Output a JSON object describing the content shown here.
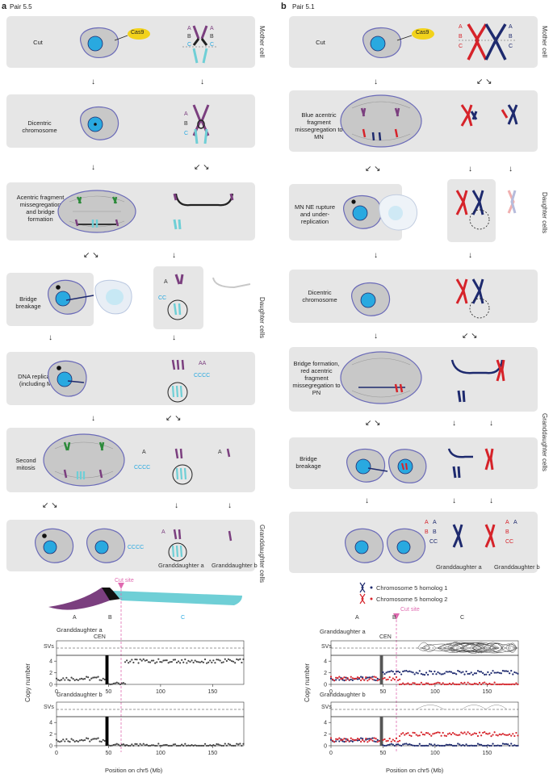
{
  "panel_a": {
    "letter": "a",
    "pair": "Pair 5.5",
    "stages": {
      "cut": "Cut",
      "dicentric": "Dicentric chromosome",
      "acentric": "Acentric fragment missegregation and bridge formation",
      "bridge_breakage": "Bridge breakage",
      "dna_replication": "DNA replication (including MN)",
      "second_mitosis": "Second mitosis"
    },
    "side_labels": {
      "mother": "Mother cell",
      "daughter": "Daughter cells",
      "granddaughter": "Granddaughter cells"
    },
    "enzyme": "Cas9",
    "letters": {
      "A": "A",
      "B": "B",
      "C": "C",
      "CC": "CC",
      "AA": "AA",
      "CCCC": "CCCC"
    },
    "gd_a": "Granddaughter a",
    "gd_b": "Granddaughter b",
    "cut_site": "Cut site",
    "cen": "CEN",
    "svs": "SVs",
    "ylabel": "Copy number",
    "xlabel": "Position on chr5 (Mb)",
    "seg_A": "A",
    "seg_B": "B",
    "seg_C": "C"
  },
  "panel_b": {
    "letter": "b",
    "pair": "Pair 5.1",
    "stages": {
      "cut": "Cut",
      "blue_acentric": "Blue acentric fragment missegregation to MN",
      "mn_ne": "MN NE rupture and under-replication",
      "dicentric": "Dicentric chromosome",
      "bridge_red": "Bridge formation, red acentric fragment missegregation to PN",
      "bridge_breakage": "Bridge breakage"
    },
    "side_labels": {
      "mother": "Mother cell",
      "daughter": "Daughter cells",
      "granddaughter": "Granddaughter cells"
    },
    "enzyme": "Cas9",
    "letters": {
      "A": "A",
      "B": "B",
      "C": "C",
      "CC": "CC"
    },
    "gd_a": "Granddaughter a",
    "gd_b": "Granddaughter b",
    "legend1": "Chromosome 5 homolog 1",
    "legend2": "Chromosome 5 homolog 2",
    "cut_site": "Cut site",
    "cen": "CEN",
    "svs": "SVs",
    "ylabel": "Copy number",
    "xlabel": "Position on chr5 (Mb)",
    "seg_A": "A",
    "seg_B": "B",
    "seg_C": "C"
  },
  "colors": {
    "cell": "#c8c8c8",
    "nucleus": "#29a9e0",
    "membrane": "#6a6ab8",
    "purple": "#7b3f7f",
    "cyan": "#6fcfd6",
    "red": "#d6232a",
    "navy": "#1e2a6e",
    "cas9": "#f2d21b",
    "panel_bg": "#e6e6e6",
    "cut_line": "#e06ab0"
  },
  "chart_data": [
    {
      "type": "scatter",
      "title": "Granddaughter a",
      "panel": "a",
      "x_ticks": [
        0,
        50,
        100,
        150
      ],
      "y_ticks": [
        0,
        2,
        4
      ],
      "xlim": [
        0,
        180
      ],
      "ylim": [
        0,
        5
      ],
      "cen_range": [
        47,
        50
      ],
      "cut_site": 66,
      "series": [
        {
          "segment": "A",
          "x_range": [
            0,
            47
          ],
          "copy": 1
        },
        {
          "segment": "B",
          "x_range": [
            50,
            66
          ],
          "copy": 0
        },
        {
          "segment": "C",
          "x_range": [
            66,
            180
          ],
          "copy": 4
        }
      ]
    },
    {
      "type": "scatter",
      "title": "Granddaughter b",
      "panel": "a",
      "x_ticks": [
        0,
        50,
        100,
        150
      ],
      "y_ticks": [
        0,
        2,
        4
      ],
      "xlim": [
        0,
        180
      ],
      "ylim": [
        0,
        5
      ],
      "cen_range": [
        47,
        50
      ],
      "cut_site": 66,
      "series": [
        {
          "segment": "A",
          "x_range": [
            0,
            47
          ],
          "copy": 1
        },
        {
          "segment": "B",
          "x_range": [
            50,
            66
          ],
          "copy": 0
        },
        {
          "segment": "C",
          "x_range": [
            66,
            180
          ],
          "copy": 0
        }
      ]
    },
    {
      "type": "scatter",
      "title": "Granddaughter a",
      "panel": "b",
      "x_ticks": [
        0,
        50,
        100,
        150
      ],
      "y_ticks": [
        0,
        2,
        4
      ],
      "xlim": [
        0,
        180
      ],
      "ylim": [
        0,
        5
      ],
      "cen_range": [
        47,
        50
      ],
      "cut_site": 66,
      "series": [
        {
          "name": "Chromosome 5 homolog 1",
          "x_range": [
            0,
            47
          ],
          "copy": 1
        },
        {
          "name": "Chromosome 5 homolog 1",
          "x_range": [
            50,
            180
          ],
          "copy": 2
        },
        {
          "name": "Chromosome 5 homolog 2",
          "x_range": [
            0,
            47
          ],
          "copy": 1
        },
        {
          "name": "Chromosome 5 homolog 2",
          "x_range": [
            50,
            66
          ],
          "copy": 1
        },
        {
          "name": "Chromosome 5 homolog 2",
          "x_range": [
            66,
            180
          ],
          "copy": 0
        }
      ]
    },
    {
      "type": "scatter",
      "title": "Granddaughter b",
      "panel": "b",
      "x_ticks": [
        0,
        50,
        100,
        150
      ],
      "y_ticks": [
        0,
        2,
        4
      ],
      "xlim": [
        0,
        180
      ],
      "ylim": [
        0,
        5
      ],
      "cen_range": [
        47,
        50
      ],
      "cut_site": 66,
      "series": [
        {
          "name": "Chromosome 5 homolog 1",
          "x_range": [
            0,
            47
          ],
          "copy": 1
        },
        {
          "name": "Chromosome 5 homolog 1",
          "x_range": [
            50,
            180
          ],
          "copy": 0
        },
        {
          "name": "Chromosome 5 homolog 2",
          "x_range": [
            0,
            47
          ],
          "copy": 1
        },
        {
          "name": "Chromosome 5 homolog 2",
          "x_range": [
            50,
            66
          ],
          "copy": 1
        },
        {
          "name": "Chromosome 5 homolog 2",
          "x_range": [
            66,
            180
          ],
          "copy": 2
        }
      ]
    }
  ]
}
